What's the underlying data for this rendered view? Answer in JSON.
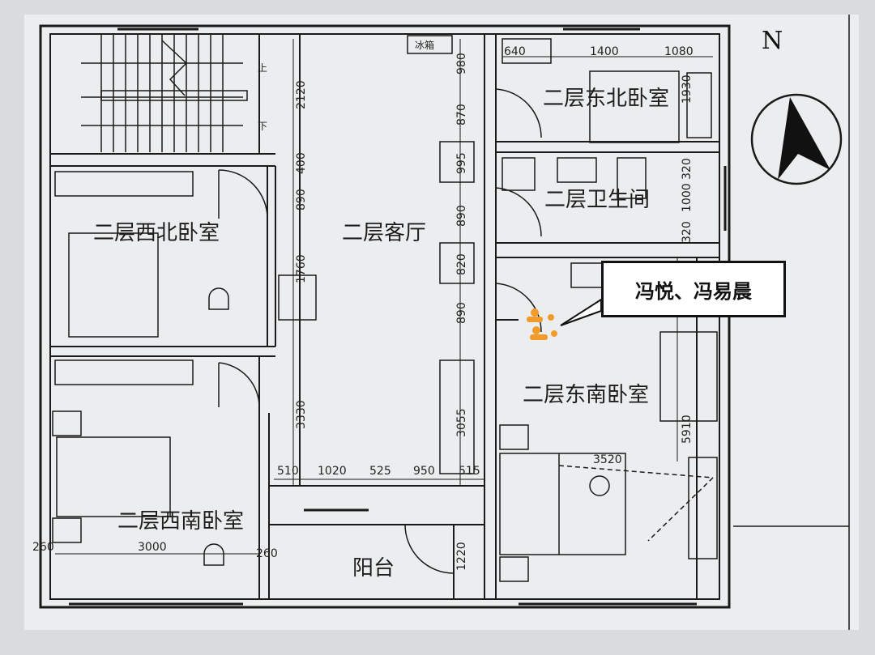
{
  "compass_label": "N",
  "rooms": {
    "northwest_bedroom": "二层西北卧室",
    "living_room": "二层客厅",
    "northeast_bedroom": "二层东北卧室",
    "bathroom": "二层卫生间",
    "southeast_bedroom": "二层东南卧室",
    "southwest_bedroom": "二层西南卧室",
    "balcony": "阳台"
  },
  "stair_labels": {
    "up": "上",
    "down": "下"
  },
  "fixture_label": "冰箱",
  "callout": "冯悦、冯易晨",
  "dimensions": {
    "d2120": "2120",
    "d400": "400",
    "d890a": "890",
    "d1760": "1760",
    "d3330": "3330",
    "d980": "980",
    "d870": "870",
    "d995": "995",
    "d890b": "890",
    "d820": "820",
    "d890c": "890",
    "d3055": "3055",
    "d1220": "1220",
    "d510": "510",
    "d1020": "1020",
    "d525": "525",
    "d950": "950",
    "d515": "515",
    "d1400": "1400",
    "d1080": "1080",
    "d1930": "1930",
    "d320a": "320",
    "d1000": "1000",
    "d320b": "320",
    "d5910": "5910",
    "d3520": "3520",
    "d260a": "260",
    "d3000": "3000",
    "d260b": "260",
    "d640": "640"
  },
  "colors": {
    "line": "#1a1a1a",
    "background": "#d9dcdf",
    "highlight": "#f29b2b"
  }
}
